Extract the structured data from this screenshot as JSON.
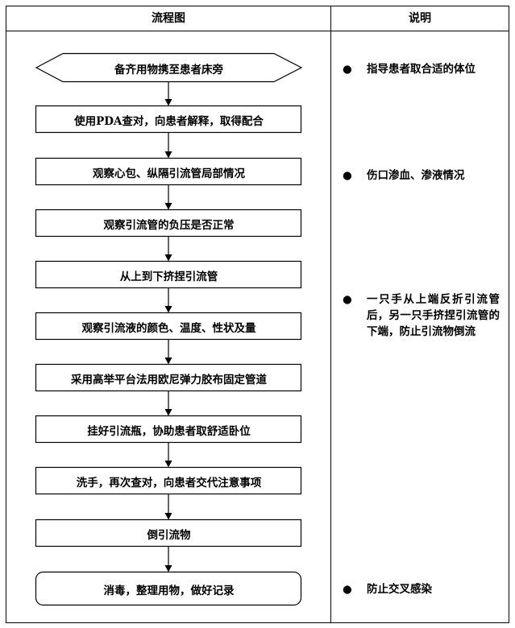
{
  "table": {
    "header_left": "流程图",
    "header_right": "说明"
  },
  "steps": [
    "备齐用物携至患者床旁",
    "使用PDA查对，向患者解释，取得配合",
    "观察心包、纵隔引流管局部情况",
    "观察引流管的负压是否正常",
    "从上到下挤捏引流管",
    "观察引流液的颜色、温度、性状及量",
    "采用高举平台法用欧尼弹力胶布固定管道",
    "挂好引流瓶，协助患者取舒适卧位",
    "洗手，再次查对，向患者交代注意事项",
    "倒引流物",
    "消毒，整理用物，做好记录"
  ],
  "notes": {
    "bullet": "●",
    "items": [
      "指导患者取合适的体位",
      "伤口渗血、渗液情况",
      "一只手从上端反折引流管后，另一只手挤捏引流管的下端，防止引流物倒流",
      "防止交叉感染"
    ]
  }
}
